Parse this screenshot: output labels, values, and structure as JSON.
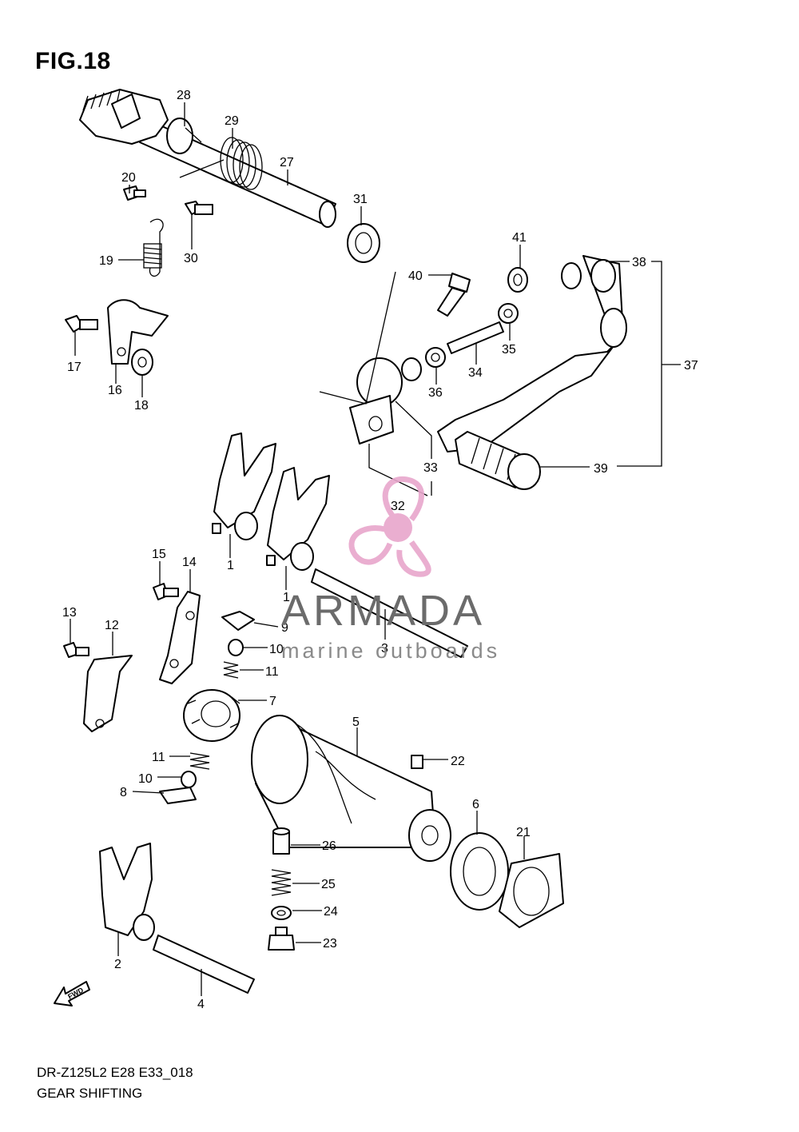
{
  "figure": {
    "title": "FIG.18",
    "model_code": "DR-Z125L2 E28 E33_018",
    "name": "GEAR SHIFTING"
  },
  "callouts": [
    "28",
    "29",
    "27",
    "31",
    "20",
    "19",
    "30",
    "17",
    "16",
    "18",
    "40",
    "41",
    "38",
    "37",
    "34",
    "35",
    "36",
    "33",
    "32",
    "39",
    "1",
    "1",
    "15",
    "14",
    "3",
    "9",
    "10",
    "11",
    "13",
    "12",
    "7",
    "5",
    "22",
    "11",
    "10",
    "8",
    "6",
    "21",
    "26",
    "25",
    "24",
    "23",
    "2",
    "4"
  ],
  "watermark": {
    "brand": "ARMADA",
    "tagline": "marine outboards",
    "brand_color": "#6b6b6b",
    "logo_color": "#e8a6cc"
  },
  "fwd_arrow": {
    "label": "FWD"
  }
}
